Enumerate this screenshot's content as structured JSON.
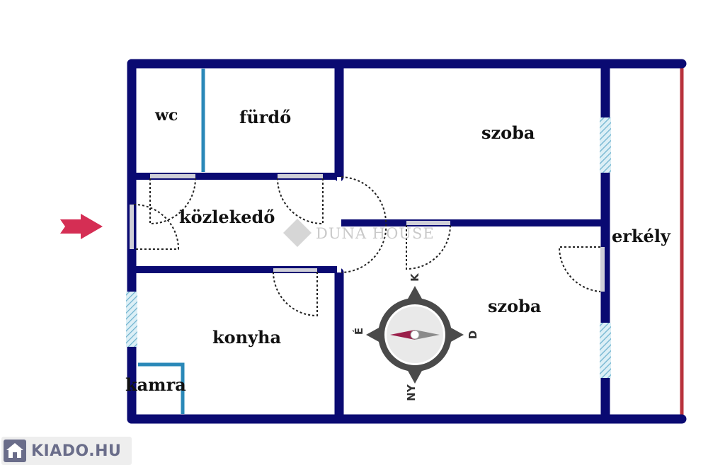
{
  "rooms": {
    "wc": "wc",
    "furdo": "fürdő",
    "szoba_top": "szoba",
    "kozlekedo": "közlekedő",
    "erkely": "erkély",
    "szoba_bottom": "szoba",
    "konyha": "konyha",
    "kamra": "kamra"
  },
  "compass": {
    "north": "K",
    "west": "É",
    "east": "D",
    "south": "NY"
  },
  "watermark": "DUNA HOUSE",
  "logo": {
    "text": "KIADO.HU"
  },
  "colors": {
    "wall": "#0a0a72",
    "window": "#bfe3ee",
    "thin_wall": "#2a88b8",
    "balcony_edge": "#b8323c",
    "arrow": "#d52e54",
    "compass_ring": "#4a4a4a"
  },
  "icons": {
    "entry": "entry-arrow-icon",
    "compass": "compass-icon",
    "logo": "house-icon"
  }
}
